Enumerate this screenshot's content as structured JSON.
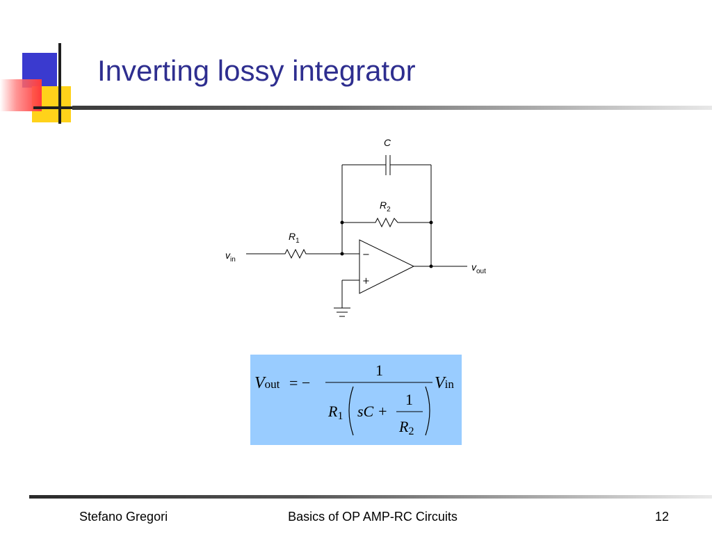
{
  "slide": {
    "title": "Inverting lossy integrator"
  },
  "circuit": {
    "capacitor": "C",
    "r1_main": "R",
    "r1_sub": "1",
    "r2_main": "R",
    "r2_sub": "2",
    "vin_main": "v",
    "vin_sub": "in",
    "vout_main": "v",
    "vout_sub": "out",
    "minus_sign": "−",
    "plus_sign": "+"
  },
  "formula": {
    "lhs_main": "V",
    "lhs_sub": "out",
    "equals": "= −",
    "numerator": "1",
    "r1_main": "R",
    "r1_sub": "1",
    "sc": "sC +",
    "inner_numerator": "1",
    "r2_main": "R",
    "r2_sub": "2",
    "rhs_main": "V",
    "rhs_sub": "in"
  },
  "footer": {
    "author": "Stefano Gregori",
    "course": "Basics of OP AMP-RC Circuits",
    "page_number": "12"
  },
  "colors": {
    "title": "#2e2e8f",
    "formula_background": "#99ccff",
    "accent_blue": "#3a3acf",
    "accent_yellow": "#ffd21a",
    "accent_red": "#ff3b3b"
  }
}
